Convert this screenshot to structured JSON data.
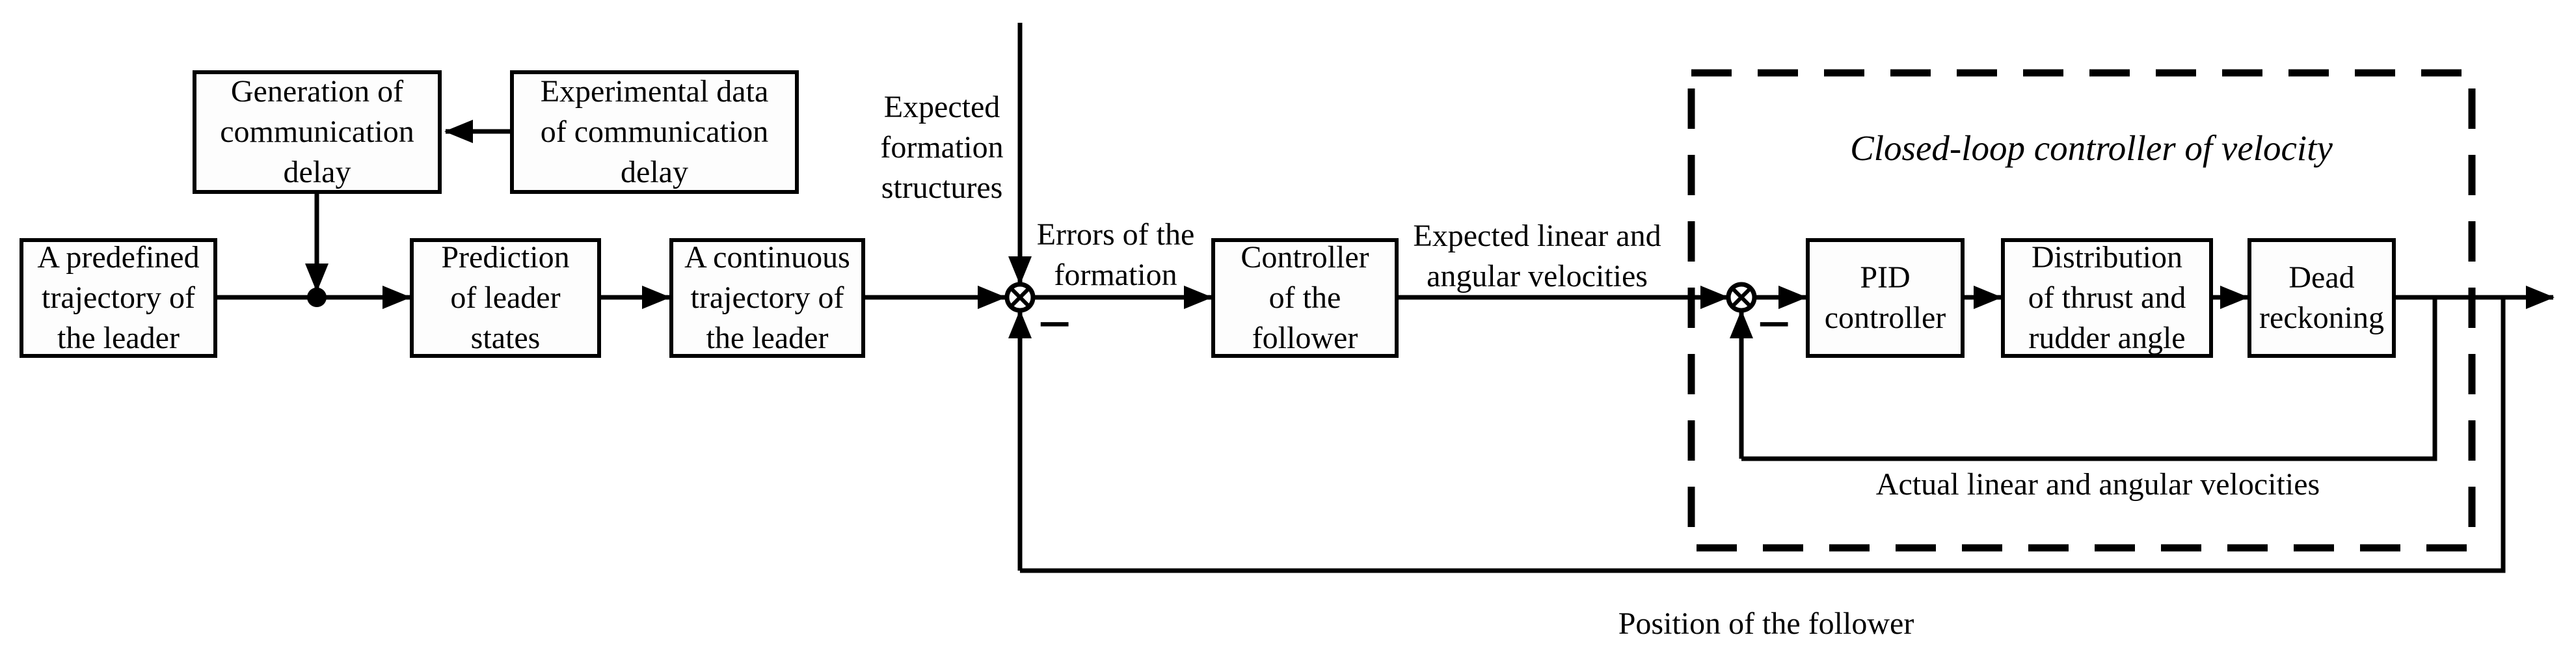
{
  "diagram": {
    "boxes": {
      "predefined_trajectory": {
        "label": "A predefined\ntrajectory of\nthe leader"
      },
      "generation_delay": {
        "label": "Generation of\ncommunication\ndelay"
      },
      "experimental_data": {
        "label": "Experimental data\nof communication\ndelay"
      },
      "prediction_states": {
        "label": "Prediction\nof leader\nstates"
      },
      "continuous_trajectory": {
        "label": "A continuous\ntrajectory of\nthe leader"
      },
      "follower_controller": {
        "label": "Controller\nof the\nfollower"
      },
      "pid_controller": {
        "label": "PID\ncontroller"
      },
      "thrust_distribution": {
        "label": "Distribution\nof thrust and\nrudder angle"
      },
      "dead_reckoning": {
        "label": "Dead\nreckoning"
      }
    },
    "labels": {
      "expected_formation": "Expected\nformation\nstructures",
      "formation_errors": "Errors of the\nformation",
      "expected_velocities": "Expected linear and\nangular velocities",
      "actual_velocities": "Actual linear and angular velocities",
      "follower_position": "Position of the follower",
      "closed_loop_title": "Closed-loop controller of velocity"
    },
    "signs": {
      "sum1": "−",
      "sum2": "−"
    },
    "colors": {
      "line": "#000000",
      "background": "#ffffff",
      "box_fill": "#fdfdfd"
    }
  }
}
